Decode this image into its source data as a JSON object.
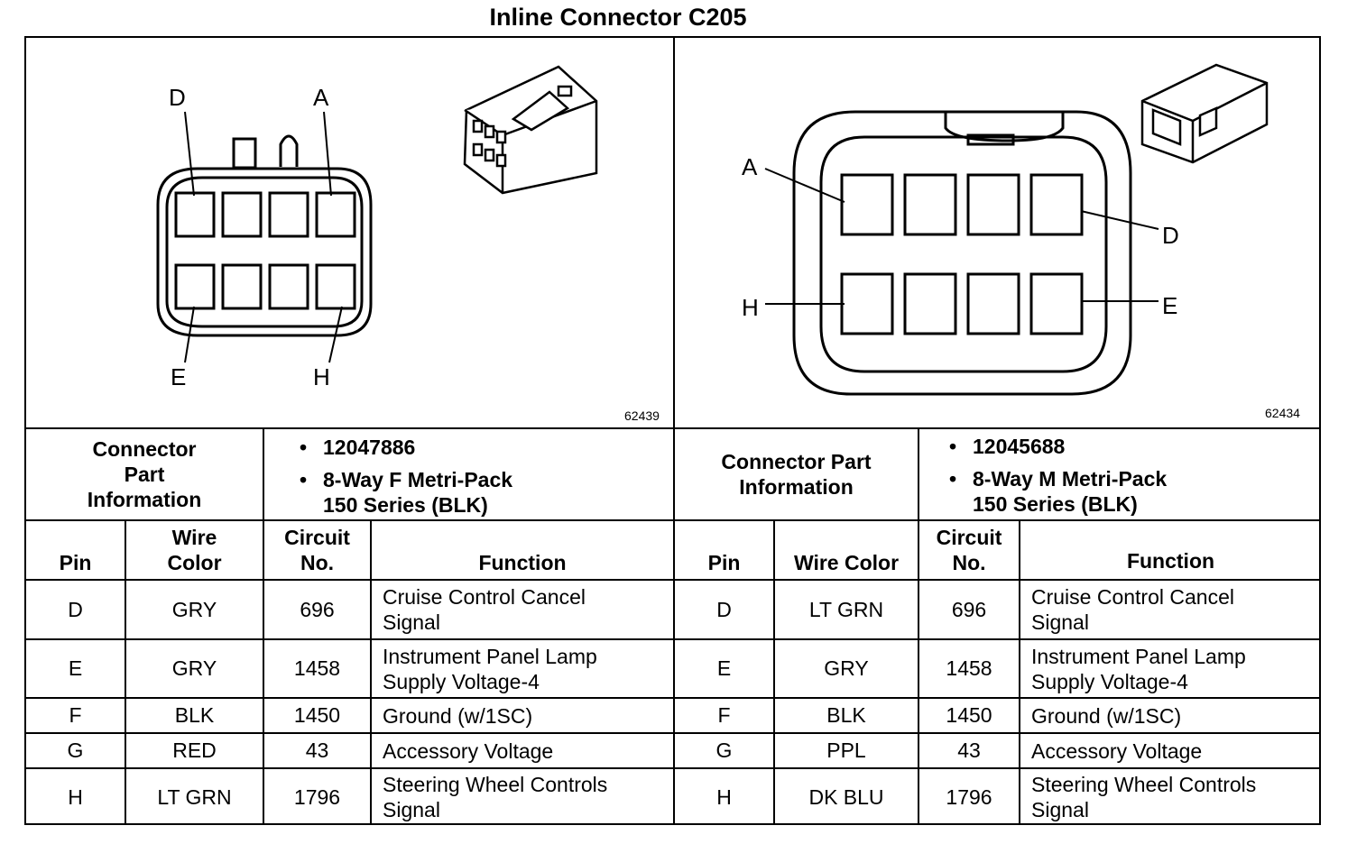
{
  "title": "Inline Connector C205",
  "left": {
    "figure_number": "62439",
    "pin_labels": [
      "D",
      "A",
      "E",
      "H"
    ],
    "part_info_label": "Connector Part Information",
    "part_info": [
      "12047886",
      "8-Way F Metri-Pack 150 Series (BLK)"
    ],
    "headers": {
      "pin": "Pin",
      "wire_color": "Wire Color",
      "circuit": "Circuit No.",
      "function": "Function"
    },
    "rows": [
      {
        "pin": "D",
        "wire_color": "GRY",
        "circuit": "696",
        "function": "Cruise Control Cancel Signal"
      },
      {
        "pin": "E",
        "wire_color": "GRY",
        "circuit": "1458",
        "function": "Instrument Panel Lamp Supply Voltage-4"
      },
      {
        "pin": "F",
        "wire_color": "BLK",
        "circuit": "1450",
        "function": "Ground (w/1SC)"
      },
      {
        "pin": "G",
        "wire_color": "RED",
        "circuit": "43",
        "function": "Accessory Voltage"
      },
      {
        "pin": "H",
        "wire_color": "LT GRN",
        "circuit": "1796",
        "function": "Steering Wheel Controls Signal"
      }
    ]
  },
  "right": {
    "figure_number": "62434",
    "pin_labels": [
      "A",
      "D",
      "H",
      "E"
    ],
    "part_info_label": "Connector Part Information",
    "part_info": [
      "12045688",
      "8-Way M Metri-Pack 150 Series (BLK)"
    ],
    "headers": {
      "pin": "Pin",
      "wire_color": "Wire Color",
      "circuit": "Circuit No.",
      "function": "Function"
    },
    "rows": [
      {
        "pin": "D",
        "wire_color": "LT GRN",
        "circuit": "696",
        "function": "Cruise Control Cancel Signal"
      },
      {
        "pin": "E",
        "wire_color": "GRY",
        "circuit": "1458",
        "function": "Instrument Panel Lamp Supply Voltage-4"
      },
      {
        "pin": "F",
        "wire_color": "BLK",
        "circuit": "1450",
        "function": "Ground (w/1SC)"
      },
      {
        "pin": "G",
        "wire_color": "PPL",
        "circuit": "43",
        "function": "Accessory Voltage"
      },
      {
        "pin": "H",
        "wire_color": "DK BLU",
        "circuit": "1796",
        "function": "Steering Wheel Controls Signal"
      }
    ]
  }
}
